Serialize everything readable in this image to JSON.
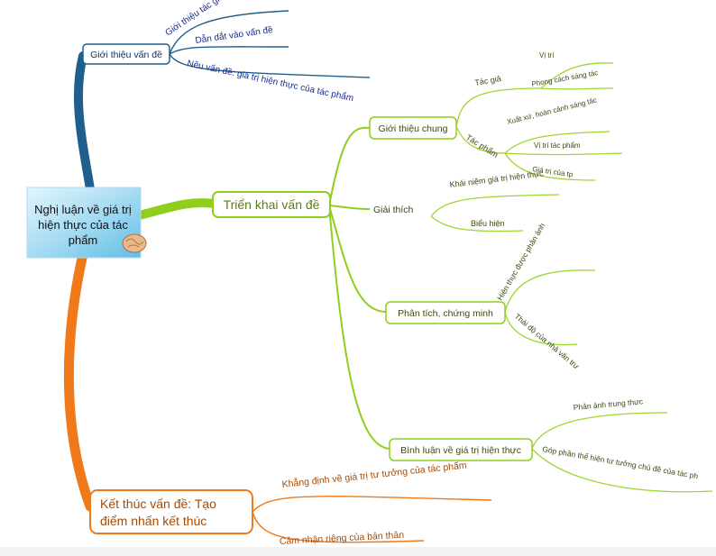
{
  "central_topic": {
    "line1": "Nghị luận về giá trị",
    "line2": "hiện thực của tác",
    "line3": "phẩm"
  },
  "branches": {
    "intro": {
      "label": "Giới thiệu vấn đề",
      "color": "#1f5f8b",
      "children": [
        "Giới thiệu tác giả, tác phẩm",
        "Dẫn dắt vào vấn đề",
        "Nêu vấn đề: giá trị hiện thực của tác phẩm"
      ]
    },
    "body": {
      "label": "Triển khai vấn đề",
      "color": "#8fce1c",
      "general": {
        "label": "Giới thiệu chung",
        "author": {
          "label": "Tác giả",
          "children": [
            "Vị trí",
            "Phong cách sáng tác"
          ]
        },
        "work": {
          "label": "Tác phẩm",
          "children": [
            "Xuất xứ, hoàn cảnh sáng tác",
            "Vị trí tác phẩm",
            "Giá trị của tp"
          ]
        }
      },
      "explain": {
        "label": "Giải thích",
        "children": [
          "Khái niệm giá trị hiện thực",
          "Biểu hiện"
        ]
      },
      "analysis": {
        "label": "Phân tích, chứng minh",
        "children": [
          "Hiện thực được phản ánh",
          "Thái độ của nhà văn trư"
        ]
      },
      "comment": {
        "label": "Bình luận về giá trị hiện thực",
        "children": [
          "Phản ánh trung thực",
          "Góp phần thể hiện tư tưởng chủ đề của tác ph"
        ]
      }
    },
    "conclusion": {
      "label_line1": "Kết thúc vấn đề: Tạo",
      "label_line2": "điểm nhấn kết thúc",
      "color": "#f07a1a",
      "children": [
        "Khẳng định về giá trị tư tưởng của tác phẩm",
        "Cảm nhận riêng của bản thân"
      ]
    }
  }
}
